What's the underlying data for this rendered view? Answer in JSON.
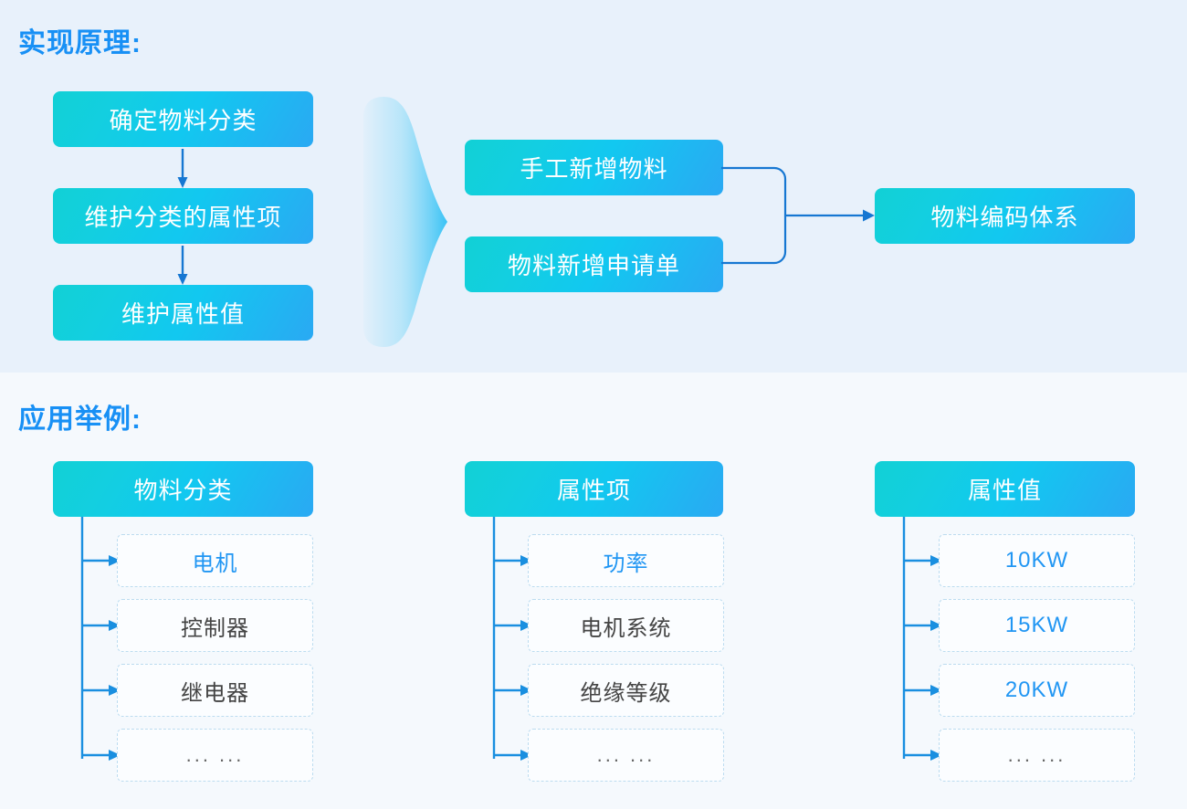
{
  "colors": {
    "heading": "#1890f5",
    "box_gradient_start": "#11d0d5",
    "box_gradient_end": "#2aa9f3",
    "connector": "#1677d2",
    "tree_connector": "#1a8fe0",
    "leaf_border": "#bcdcf0",
    "section_top_bg": "#e8f1fb",
    "section_bottom_bg": "#f5f9fd",
    "accent_text": "#2196f3",
    "body_text": "#444444"
  },
  "principle": {
    "heading": "实现原理:",
    "flow_column": [
      {
        "label": "确定物料分类"
      },
      {
        "label": "维护分类的属性项"
      },
      {
        "label": "维护属性值"
      }
    ],
    "middle_column": [
      {
        "label": "手工新增物料"
      },
      {
        "label": "物料新增申请单"
      }
    ],
    "result": {
      "label": "物料编码体系"
    }
  },
  "example": {
    "heading": "应用举例:",
    "columns": [
      {
        "header": "物料分类",
        "items": [
          {
            "label": "电机",
            "accent": true
          },
          {
            "label": "控制器",
            "accent": false
          },
          {
            "label": "继电器",
            "accent": false
          },
          {
            "label": "... ...",
            "accent": false,
            "dots": true
          }
        ]
      },
      {
        "header": "属性项",
        "items": [
          {
            "label": "功率",
            "accent": true
          },
          {
            "label": "电机系统",
            "accent": false
          },
          {
            "label": "绝缘等级",
            "accent": false
          },
          {
            "label": "... ...",
            "accent": false,
            "dots": true
          }
        ]
      },
      {
        "header": "属性值",
        "items": [
          {
            "label": "10KW",
            "accent": true
          },
          {
            "label": "15KW",
            "accent": true
          },
          {
            "label": "20KW",
            "accent": true
          },
          {
            "label": "... ...",
            "accent": true,
            "dots": true
          }
        ]
      }
    ]
  },
  "icons": {
    "down_arrow": "down-arrow-icon",
    "chevron": "chevron-right-decoration-icon",
    "merge": "merge-connector-icon",
    "tree": "tree-branch-connector-icon"
  }
}
